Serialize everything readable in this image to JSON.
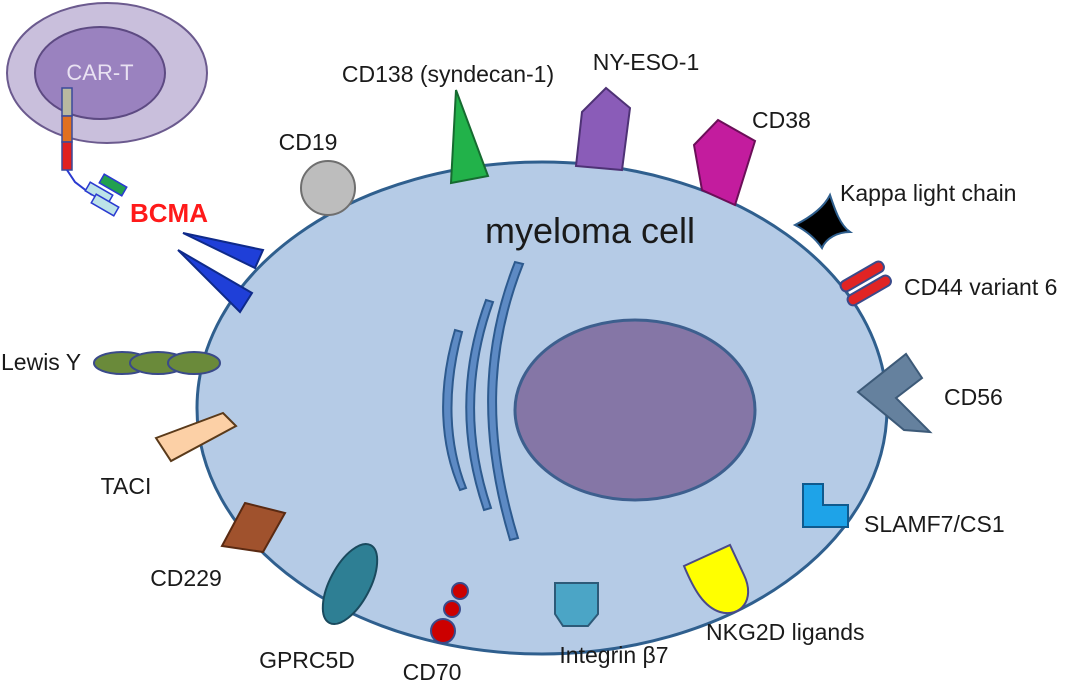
{
  "diagram": {
    "title": "myeloma cell",
    "car_t_label": "CAR-T",
    "bcma_label": "BCMA",
    "antigens": {
      "cd19": "CD19",
      "cd138": "CD138 (syndecan-1)",
      "nyeso1": "NY-ESO-1",
      "cd38": "CD38",
      "kappa": "Kappa light chain",
      "cd44v6": "CD44 variant 6",
      "cd56": "CD56",
      "slamf7": "SLAMF7/CS1",
      "nkg2d": "NKG2D ligands",
      "integrin_b7": "Integrin β7",
      "cd70": "CD70",
      "gprc5d": "GPRC5D",
      "cd229": "CD229",
      "taci": "TACI",
      "lewis_y": "Lewis Y"
    }
  }
}
